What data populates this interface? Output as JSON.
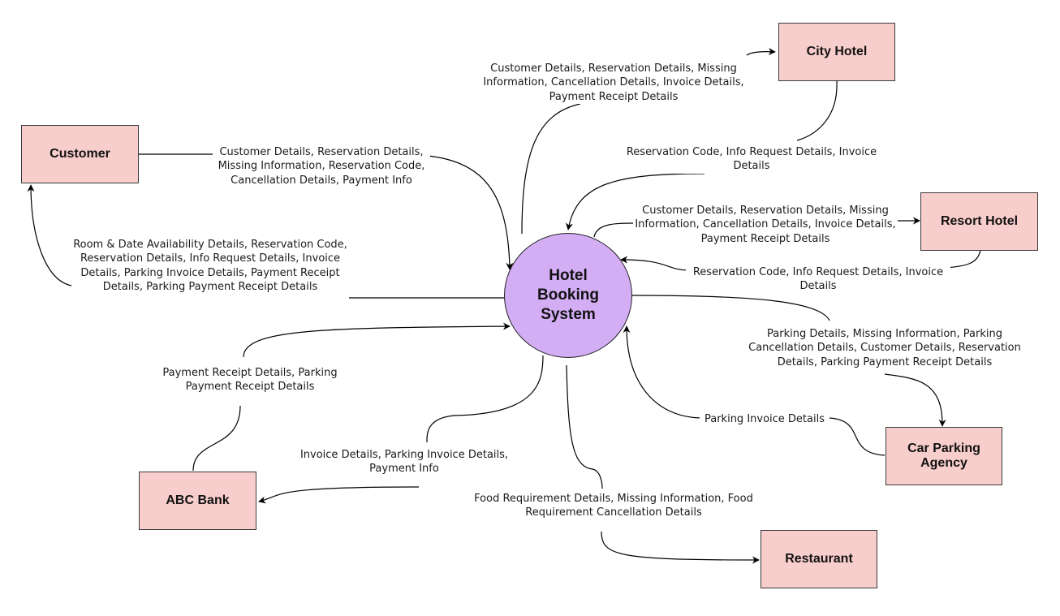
{
  "process": {
    "label": "Hotel Booking System"
  },
  "entities": {
    "customer": "Customer",
    "city_hotel": "City Hotel",
    "resort_hotel": "Resort Hotel",
    "car_parking": "Car Parking Agency",
    "abc_bank": "ABC Bank",
    "restaurant": "Restaurant"
  },
  "flows": {
    "customer_to_system": "Customer Details, Reservation Details, Missing Information, Reservation Code, Cancellation Details, Payment Info",
    "system_to_customer": "Room & Date Availability Details, Reservation Code, Reservation Details, Info Request Details, Invoice Details, Parking Invoice Details, Payment Receipt Details, Parking Payment Receipt Details",
    "system_to_city_hotel": "Customer Details, Reservation Details, Missing Information, Cancellation Details, Invoice Details, Payment Receipt Details",
    "city_hotel_to_system": "Reservation Code, Info Request Details, Invoice Details",
    "system_to_resort_hotel": "Customer Details, Reservation Details, Missing Information, Cancellation Details, Invoice Details, Payment Receipt Details",
    "resort_hotel_to_system": "Reservation Code, Info Request Details, Invoice Details",
    "system_to_car_parking": "Parking Details, Missing Information, Parking Cancellation Details, Customer Details, Reservation Details, Parking Payment Receipt Details",
    "car_parking_to_system": "Parking Invoice Details",
    "bank_to_system": "Payment Receipt Details, Parking Payment Receipt Details",
    "system_to_bank": "Invoice Details, Parking Invoice Details, Payment Info",
    "system_to_restaurant": "Food Requirement Details, Missing Information, Food Requirement Cancellation Details"
  },
  "colors": {
    "entity_fill": "#f8cecc",
    "process_fill": "#d4aef5",
    "line": "#000000"
  }
}
